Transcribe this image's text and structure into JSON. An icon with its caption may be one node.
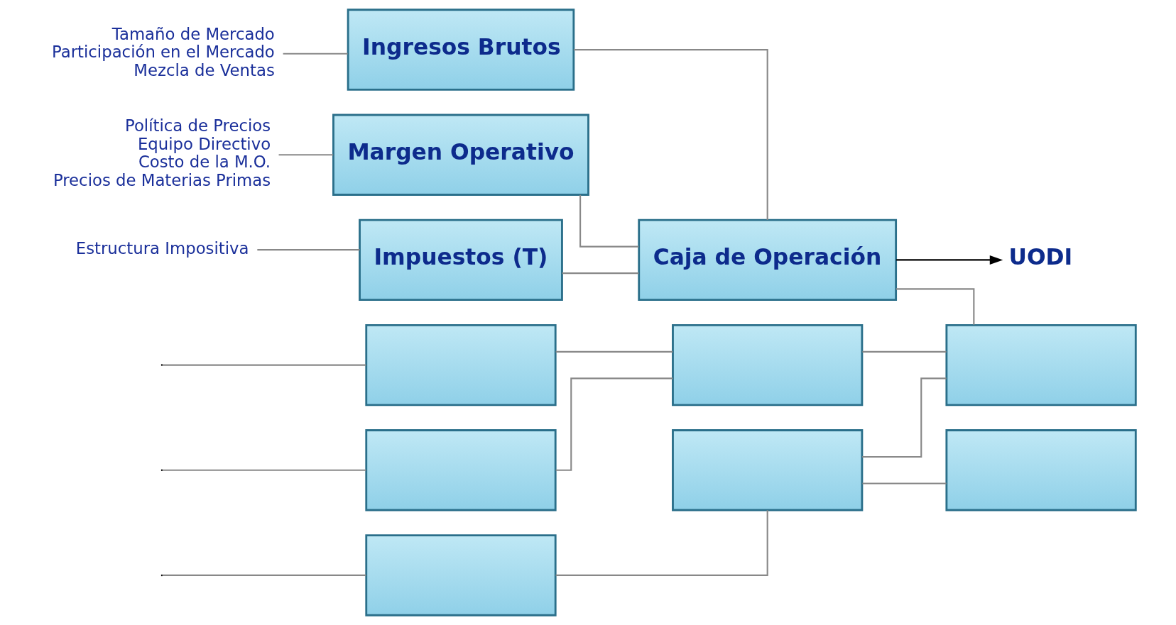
{
  "diagram": {
    "nodes": [
      {
        "text": [
          "Tamaño de Mercado",
          "Participación en el Mercado",
          "Mezcla de Ventas"
        ]
      },
      {
        "text": [
          "Ingresos Brutos"
        ]
      },
      {
        "text": [
          "Política de Precios",
          "Equipo Directivo",
          "Costo de la M.O.",
          "Precios de Materias Primas"
        ]
      },
      {
        "text": [
          "Margen Operativo"
        ]
      },
      {
        "text": [
          "Estructura Impositiva"
        ]
      },
      {
        "text": [
          "Impuestos (T)"
        ]
      },
      {
        "text": [
          "Caja de Operación"
        ]
      },
      {
        "text": [
          "UODI"
        ]
      },
      {
        "text": [],
        "shape": "box"
      },
      {
        "text": [],
        "shape": "box"
      },
      {
        "text": [],
        "shape": "box"
      },
      {
        "text": [],
        "shape": "box"
      },
      {
        "text": [],
        "shape": "box"
      },
      {
        "text": [],
        "shape": "box"
      },
      {
        "text": [],
        "shape": "box"
      }
    ],
    "edges": [
      {
        "from": 0,
        "to": 1,
        "arrow": "none"
      },
      {
        "from": 2,
        "to": 3,
        "arrow": "none"
      },
      {
        "from": 4,
        "to": 5,
        "arrow": "none"
      },
      {
        "from": 1,
        "to": 6,
        "arrow": "none"
      },
      {
        "from": 3,
        "to": 6,
        "arrow": "none"
      },
      {
        "from": 5,
        "to": 6,
        "arrow": "none"
      },
      {
        "from": 6,
        "to": 7,
        "arrow": "to",
        "color": "#000000"
      },
      {
        "from": null,
        "to": 8,
        "arrow": "none"
      },
      {
        "from": null,
        "to": 9,
        "arrow": "none"
      },
      {
        "from": 8,
        "to": 10,
        "arrow": "none"
      },
      {
        "from": 9,
        "to": 10,
        "arrow": "none"
      },
      {
        "from": null,
        "to": 11,
        "arrow": "none"
      },
      {
        "from": 11,
        "to": 12,
        "arrow": "none"
      },
      {
        "from": 6,
        "to": 13,
        "arrow": "none"
      },
      {
        "from": 10,
        "to": 13,
        "arrow": "none"
      },
      {
        "from": 12,
        "to": 13,
        "arrow": "none"
      },
      {
        "from": 12,
        "to": 14,
        "arrow": "none"
      }
    ]
  }
}
